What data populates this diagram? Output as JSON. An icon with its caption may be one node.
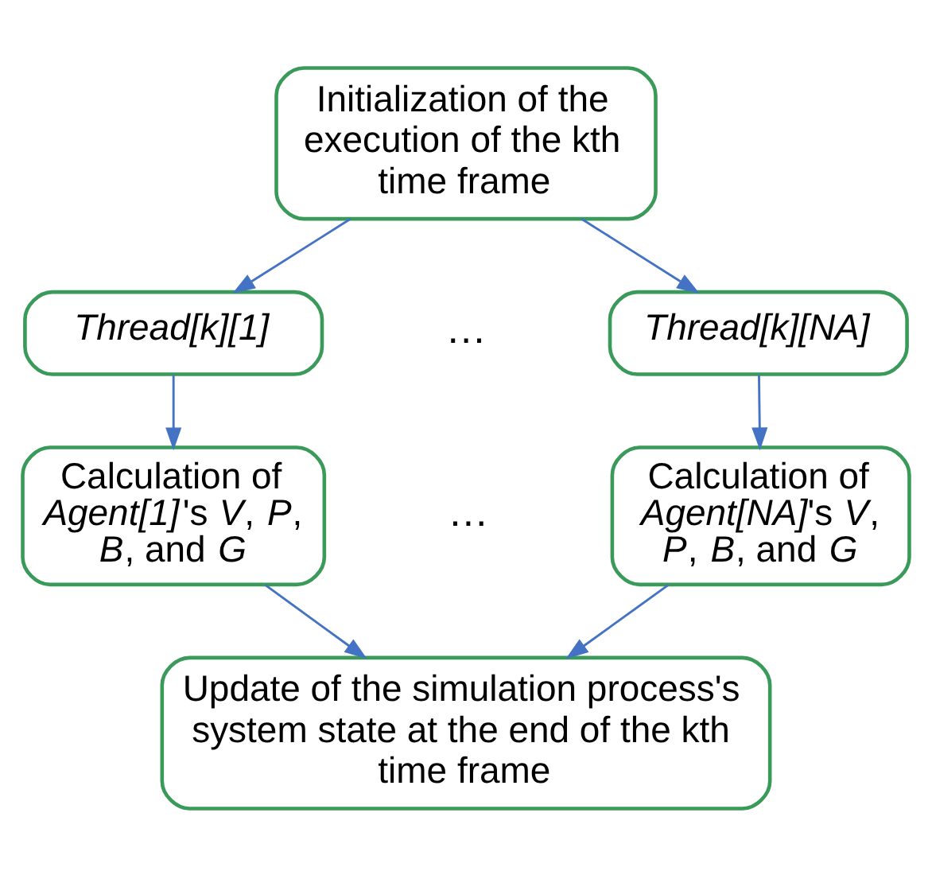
{
  "diagram": {
    "nodes": [
      {
        "text": [
          "Initialization of the execution of the kth time frame"
        ]
      },
      {
        "text": [
          "Thread[k][1]"
        ]
      },
      {
        "text": [
          "Thread[k][NA]"
        ]
      },
      {
        "text": [
          "Calculation of *Agent[1]*'s *V*, *P*, *B*, and *G*"
        ]
      },
      {
        "text": [
          "Calculation of *Agent[NA]*'s *V*, *P*, *B*, and *G*"
        ]
      },
      {
        "text": [
          "Update of the simulation process's system state at the end of the kth time frame"
        ]
      }
    ],
    "edges": [
      {
        "from": 0,
        "to": 1,
        "arrow": "to"
      },
      {
        "from": 0,
        "to": 2,
        "arrow": "to"
      },
      {
        "from": 1,
        "to": 3,
        "arrow": "to"
      },
      {
        "from": 2,
        "to": 4,
        "arrow": "to"
      },
      {
        "from": 3,
        "to": 5,
        "arrow": "to"
      },
      {
        "from": 4,
        "to": 5,
        "arrow": "to"
      }
    ],
    "labels": [
      "…",
      "…"
    ]
  }
}
